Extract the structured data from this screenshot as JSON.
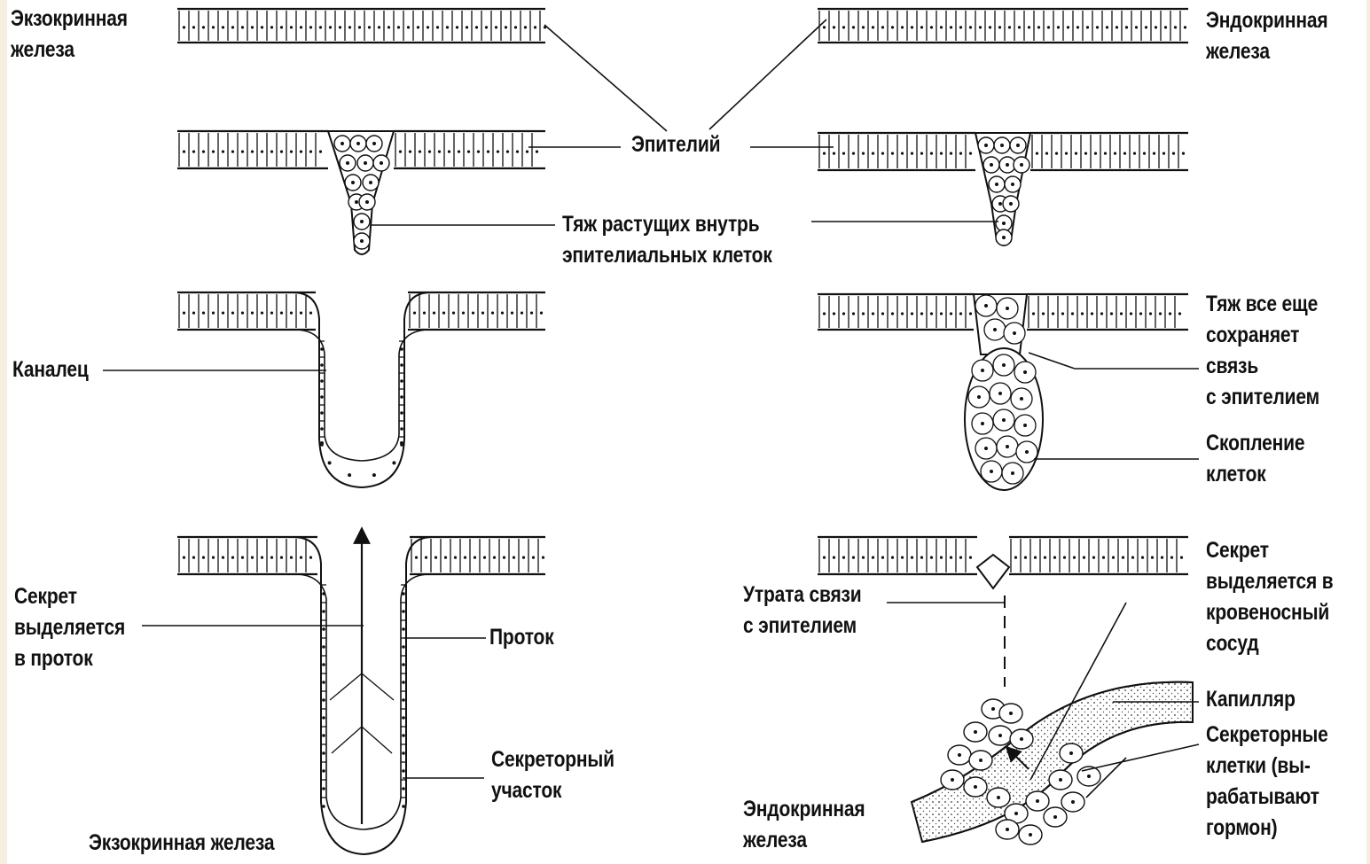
{
  "colors": {
    "ink": "#111111",
    "paper": "#ffffff",
    "margin": "#f4efdf",
    "vessel_fill": "#f1efe8"
  },
  "labels": {
    "exocrine_title": [
      "Экзокринная",
      "железа"
    ],
    "endocrine_title": [
      "Эндокринная",
      "железа"
    ],
    "epithelium": "Эпителий",
    "cord": [
      "Тяж растущих внутрь",
      "эпителиальных клеток"
    ],
    "canaliculus": "Каналец",
    "cord_connection": [
      "Тяж все еще",
      "сохраняет",
      "связь",
      "с эпителием"
    ],
    "cluster": [
      "Скопление",
      "клеток"
    ],
    "secret_duct": [
      "Секрет",
      "выделяется",
      "в проток"
    ],
    "duct": "Проток",
    "secretory_area": [
      "Секреторный",
      "участок"
    ],
    "exocrine_bottom": "Экзокринная железа",
    "loss_connection": [
      "Утрата связи",
      "с эпителием"
    ],
    "secret_vessel": [
      "Секрет",
      "выделяется в",
      "кровеносный",
      "сосуд"
    ],
    "capillary": "Капилляр",
    "secretory_cells": [
      "Секреторные",
      "клетки (вы-",
      "рабатывают",
      "гормон)"
    ],
    "endocrine_bottom": [
      "Эндокринная",
      "железа"
    ]
  }
}
